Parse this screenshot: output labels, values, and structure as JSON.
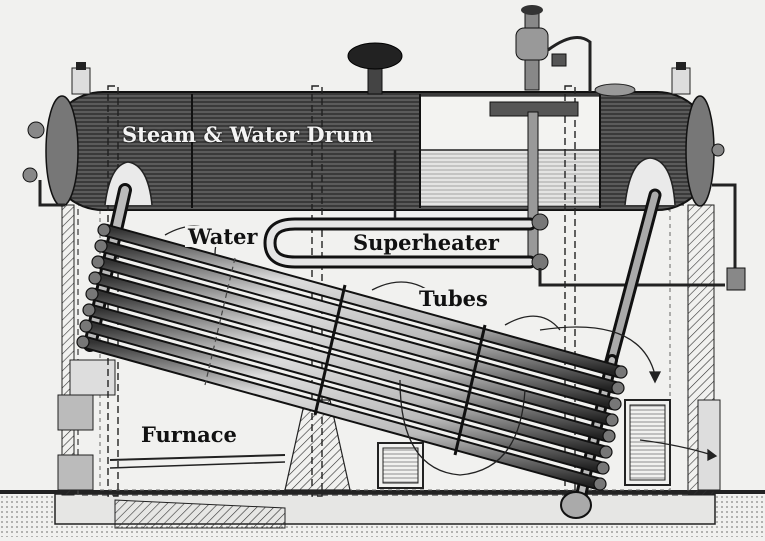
{
  "labels": {
    "drum": "Steam & Water Drum",
    "water": "Water",
    "superheater": "Superheater",
    "tubes": "Tubes",
    "furnace": "Furnace"
  },
  "colors": {
    "paper": "#f1f1ef",
    "ink": "#111111",
    "drum_shade": "#5a5a5a",
    "water_shade": "#bdbdbd",
    "tube_light": "#dcdcdc"
  }
}
